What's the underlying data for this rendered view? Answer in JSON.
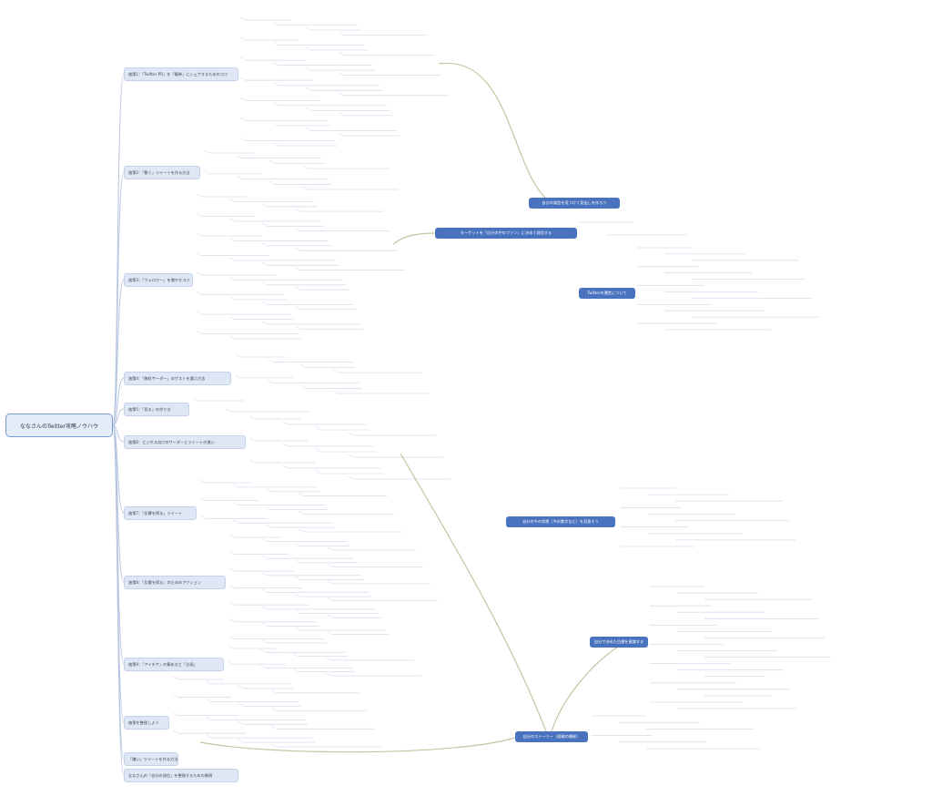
{
  "root": {
    "label": "ななさんのTwitter攻略ノウハウ"
  },
  "branches": [
    {
      "label": "施策1：「Twitter PR」を「簡単」にシェアするためのコツ"
    },
    {
      "label": "施策2：「繋ぐ」ツイートを作る方法"
    },
    {
      "label": "施策3：「フォロワー」を増やすコツ"
    },
    {
      "label": "施策4：「無料サーダー」のゲストを選ぶ方法"
    },
    {
      "label": "施策5：「見る」の作り方"
    },
    {
      "label": "施策6：ビジネス向けのサーダーとツイートの違い"
    },
    {
      "label": "施策7：「反響を得る」ツイート"
    },
    {
      "label": "施策8：「反響を得る」のためのアクション"
    },
    {
      "label": "施策9：「アイデア」の集め方と「企画」"
    },
    {
      "label": "施策を整理しよう"
    },
    {
      "label": "「嫌い」ツイートを作る方法"
    },
    {
      "label": "ななさんの「自分の発信」を整理するための質問"
    }
  ],
  "floating": [
    {
      "label": "自分の発信を見つけて見出しを作ろう"
    },
    {
      "label": "ターゲットを「自分の中のファン」に決めて発信する"
    },
    {
      "label": "Twitterの運営について"
    },
    {
      "label": "自分の今の状態（今の数字など）を見直そう"
    },
    {
      "label": "自分で決めた目標を意識する"
    },
    {
      "label": "自分のストーリー（経験の棚卸）"
    }
  ],
  "colors": {
    "accent": "#4a73bf",
    "node_fill": "#dfe7f4",
    "line": "#b7c6e0",
    "connector": "#c9c3a4"
  }
}
